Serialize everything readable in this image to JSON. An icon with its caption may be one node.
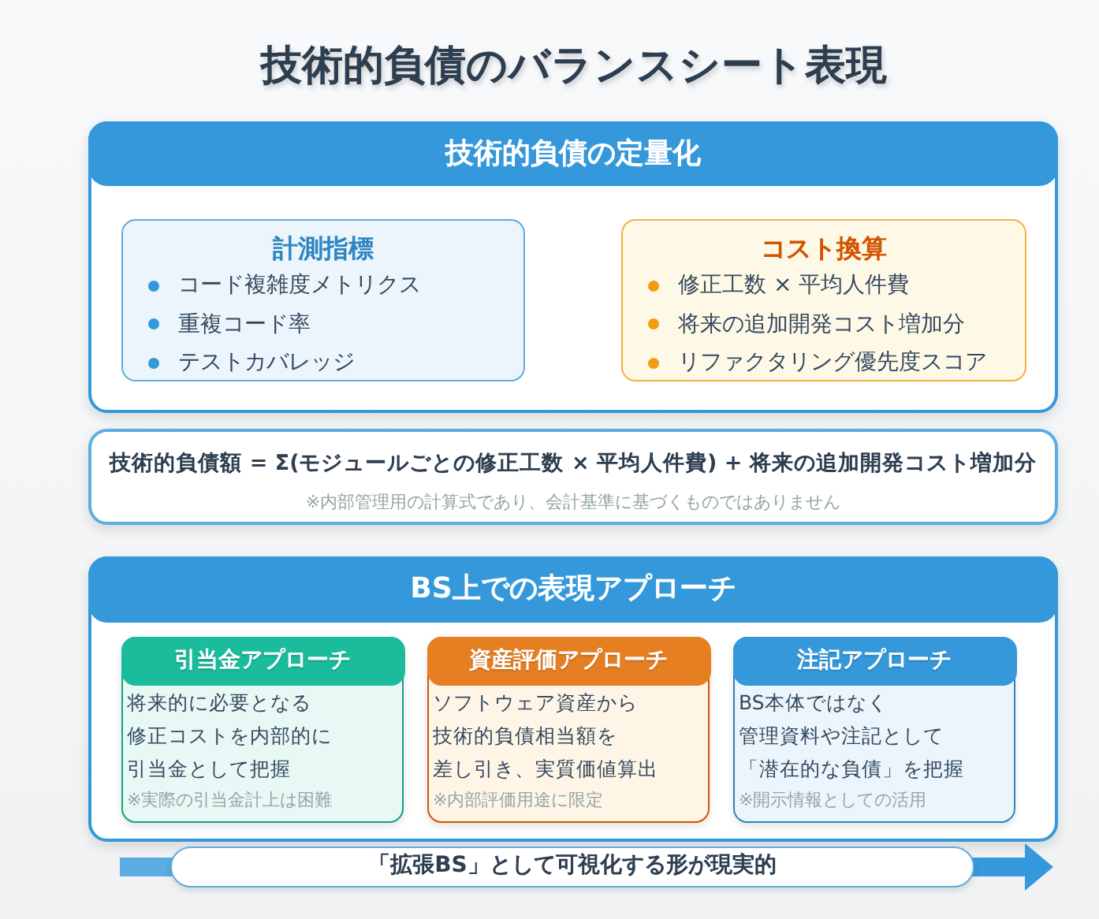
{
  "diagram": {
    "title": "技術的負債のバランスシート表現",
    "nodes": [
      {
        "text": [
          "技術的負債の定量化"
        ]
      },
      {
        "text": [
          "計測指標",
          "コード複雑度メトリクス",
          "重複コード率",
          "テストカバレッジ"
        ],
        "in": 0
      },
      {
        "text": [
          "コスト換算",
          "修正工数 × 平均人件費",
          "将来の追加開発コスト増加分",
          "リファクタリング優先度スコア"
        ],
        "in": 0
      },
      {
        "text": [
          "技術的負債額 = Σ(モジュールごとの修正工数 × 平均人件費) + 将来の追加開発コスト増加分",
          "※内部管理用の計算式であり、会計基準に基づくものではありません"
        ]
      },
      {
        "text": [
          "BS上での表現アプローチ"
        ]
      },
      {
        "text": [
          "引当金アプローチ",
          "将来的に必要となる",
          "修正コストを内部的に",
          "引当金として把握",
          "※実際の引当金計上は困難"
        ],
        "in": 4
      },
      {
        "text": [
          "資産評価アプローチ",
          "ソフトウェア資産から",
          "技術的負債相当額を",
          "差し引き、実質価値算出",
          "※内部評価用途に限定"
        ],
        "in": 4
      },
      {
        "text": [
          "注記アプローチ",
          "BS本体ではなく",
          "管理資料や注記として",
          "「潜在的な負債」を把握",
          "※開示情報としての活用"
        ],
        "in": 4
      },
      {
        "text": [
          "「拡張BS」として可視化する形が現実的"
        ]
      }
    ]
  }
}
